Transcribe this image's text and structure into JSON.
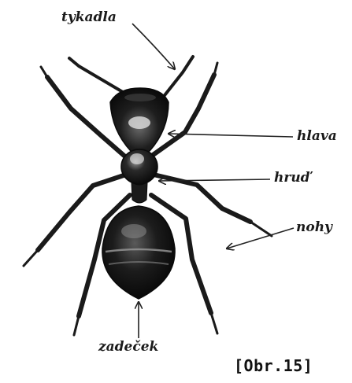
{
  "labels": {
    "antennae": "tykadla",
    "head": "hlava",
    "thorax": "hruď",
    "legs": "nohy",
    "abdomen": "zadeček"
  },
  "figure_ref": "[Obr.15]",
  "colors": {
    "body": "#151515",
    "highlight": "#d8d8d8",
    "ink": "#1a1a1a"
  }
}
